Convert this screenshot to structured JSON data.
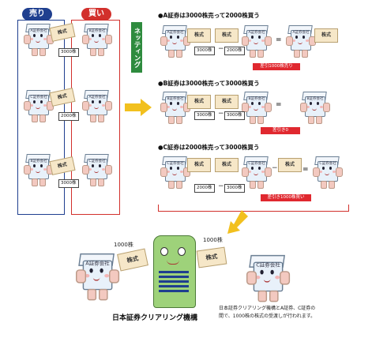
{
  "headers": {
    "sell": "売り",
    "buy": "買い"
  },
  "netting_label": "ネッティング",
  "companies": {
    "A": "A証券会社",
    "B": "B証券会社",
    "C": "C証券会社"
  },
  "cert_label": "株式",
  "left_flows": [
    {
      "shares": "3000株"
    },
    {
      "shares": "2000株"
    },
    {
      "shares": "3000株"
    }
  ],
  "sections": [
    {
      "title": "●A証券は3000株売って2000株買う",
      "left_shares": "3000株",
      "right_shares": "2000株",
      "result": "差引1000株売り"
    },
    {
      "title": "●B証券は3000株売って3000株買う",
      "left_shares": "3000株",
      "right_shares": "3000株",
      "result": "差引き0"
    },
    {
      "title": "●C証券は2000株売って3000株買う",
      "left_shares": "2000株",
      "right_shares": "3000株",
      "result": "差引き1000株買い"
    }
  ],
  "bottom": {
    "left_shares": "1000株",
    "right_shares": "1000株",
    "center_label": "日本証券クリアリング機構",
    "caption_line1": "日本証券クリアリング機構とA証券、C証券の",
    "caption_line2": "間で、1000株の株式の受渡しが行われます。"
  },
  "colors": {
    "sell": "#1f3f8f",
    "buy": "#d2302c",
    "netting": "#2e8b3e",
    "arrow": "#f2c01e",
    "result": "#e0282f",
    "clearing": "#9ed27a"
  }
}
